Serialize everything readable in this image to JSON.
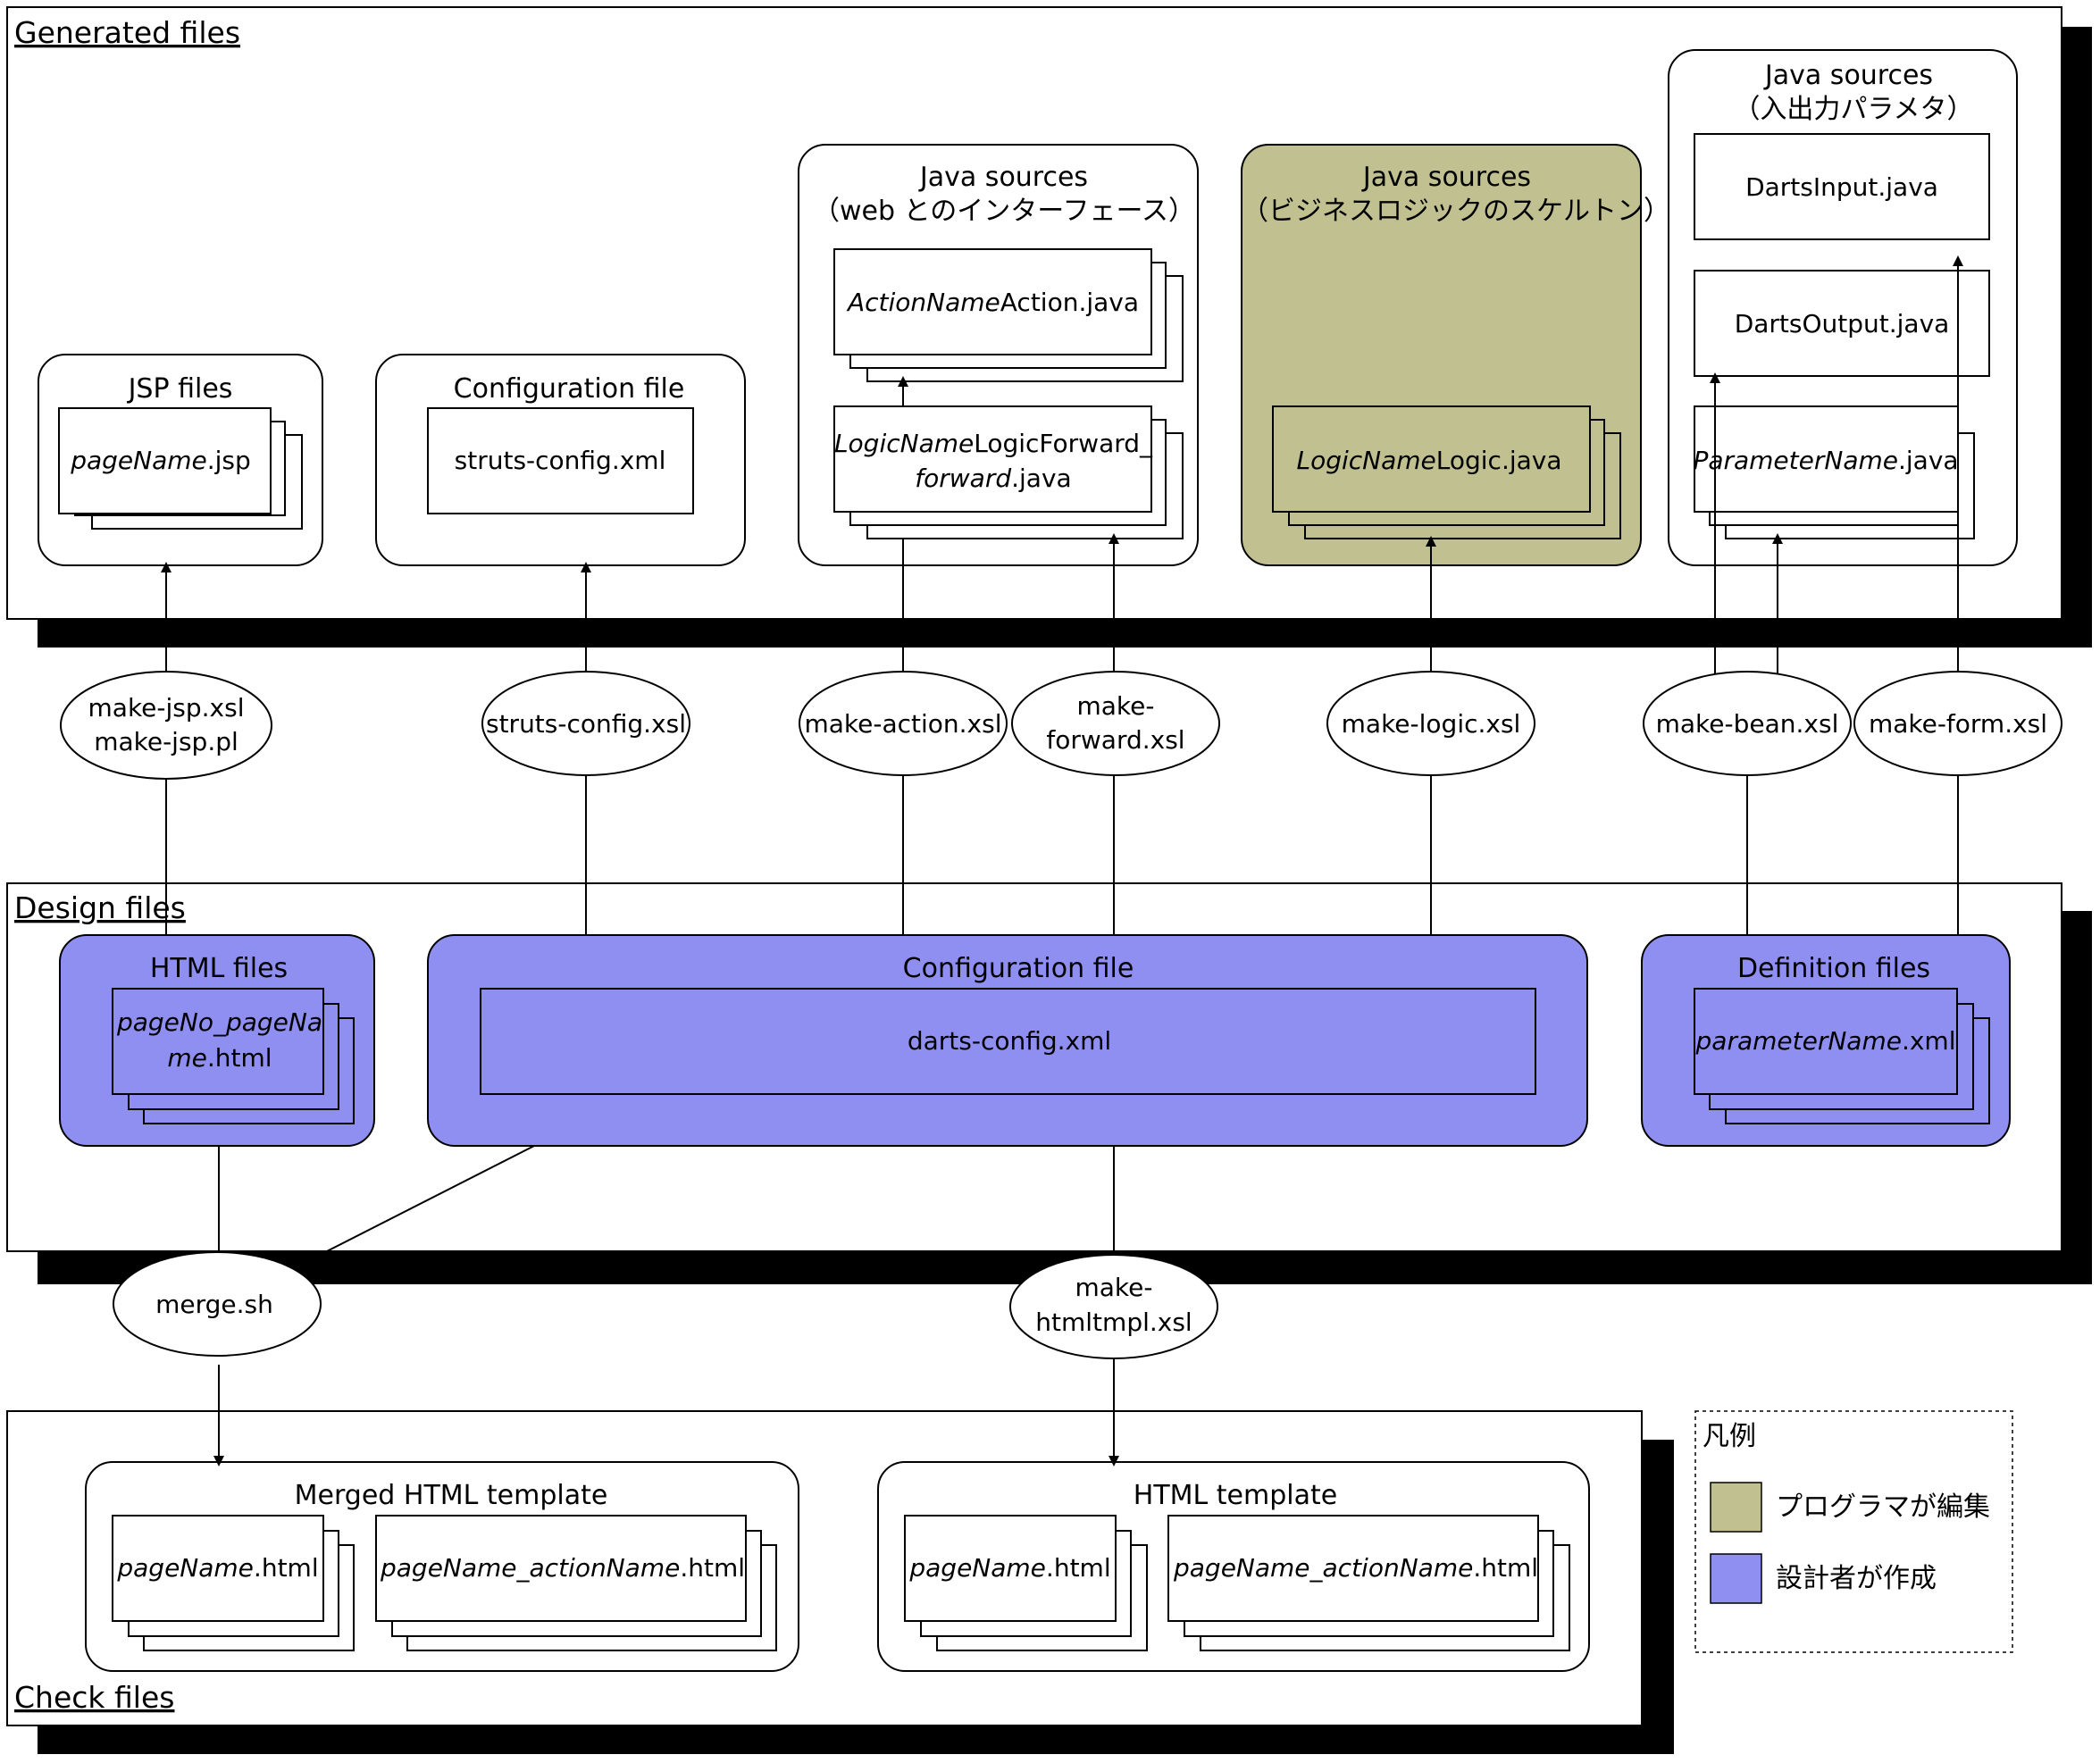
{
  "panels": {
    "generated": "Generated files",
    "design": "Design files",
    "check": "Check files"
  },
  "generated": {
    "jsp": {
      "title": "JSP files",
      "file_italic": "pageName",
      "file_rest": ".jsp"
    },
    "config": {
      "title": "Configuration file",
      "file": "struts-config.xml"
    },
    "java_web": {
      "title1": "Java sources",
      "title2": "（web とのインターフェース）",
      "action_italic": "ActionName",
      "action_rest": "Action.java",
      "forward_italic1": "LogicName",
      "forward_rest1": "LogicForward_",
      "forward_italic2": "forward",
      "forward_rest2": ".java"
    },
    "java_logic": {
      "title1": "Java sources",
      "title2": "（ビジネスロジックのスケルトン）",
      "file_italic": "LogicName",
      "file_rest": "Logic.java"
    },
    "java_param": {
      "title1": "Java sources",
      "title2": "（入出力パラメタ）",
      "input": "DartsInput.java",
      "output": "DartsOutput.java",
      "param_italic": "ParameterName",
      "param_rest": ".java"
    }
  },
  "processes": {
    "jsp1": "make-jsp.xsl",
    "jsp2": "make-jsp.pl",
    "struts": "struts-config.xsl",
    "action": "make-action.xsl",
    "forward1": "make-",
    "forward2": "forward.xsl",
    "logic": "make-logic.xsl",
    "bean": "make-bean.xsl",
    "form": "make-form.xsl",
    "merge": "merge.sh",
    "htmltmpl1": "make-",
    "htmltmpl2": "htmltmpl.xsl"
  },
  "design": {
    "html": {
      "title": "HTML files",
      "line1_italic": "pageNo_pageNa",
      "line2_italic": "me",
      "line2_rest": ".html"
    },
    "config": {
      "title": "Configuration file",
      "file": "darts-config.xml"
    },
    "definition": {
      "title": "Definition files",
      "file_italic": "parameterName",
      "file_rest": ".xml"
    }
  },
  "check": {
    "merged": {
      "title": "Merged HTML template",
      "f1_italic": "pageName",
      "f1_rest": ".html",
      "f2_italic": "pageName_actionName",
      "f2_rest": ".html"
    },
    "template": {
      "title": "HTML template",
      "f1_italic": "pageName",
      "f1_rest": ".html",
      "f2_italic": "pageName_actionName",
      "f2_rest": ".html"
    }
  },
  "legend": {
    "title": "凡例",
    "programmer": "プログラマが編集",
    "designer": "設計者が作成"
  },
  "colors": {
    "programmer": "#c0c090",
    "designer": "#8f8ff2",
    "line": "#000000"
  }
}
